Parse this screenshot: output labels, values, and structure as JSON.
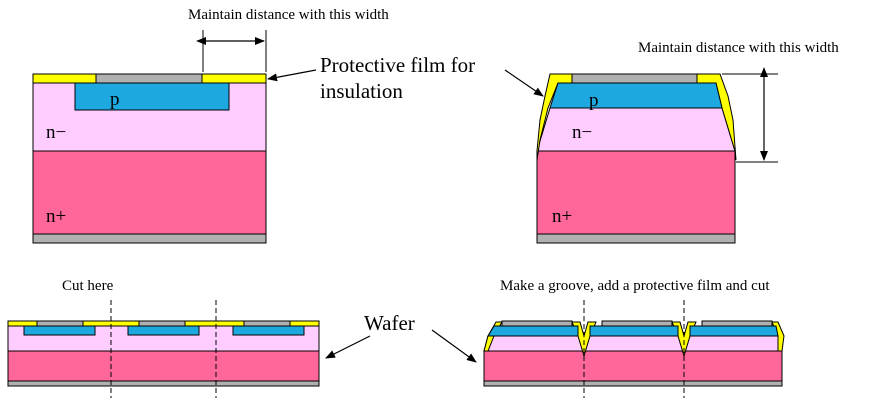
{
  "labels": {
    "maintain_distance_left": "Maintain distance with this width",
    "maintain_distance_right": "Maintain distance with this width",
    "protective_film_line1": "Protective film for",
    "protective_film_line2": "insulation",
    "p": "p",
    "n_minus": "n−",
    "n_plus": "n+",
    "cut_here": "Cut here",
    "groove": "Make a groove, add a protective film and cut",
    "wafer": "Wafer"
  },
  "colors": {
    "protective_film": "#ffff00",
    "p_region": "#1ea8e0",
    "n_minus": "#ffccff",
    "n_plus": "#ff6699",
    "electrode": "#b0b0b0",
    "outline": "#000000"
  }
}
